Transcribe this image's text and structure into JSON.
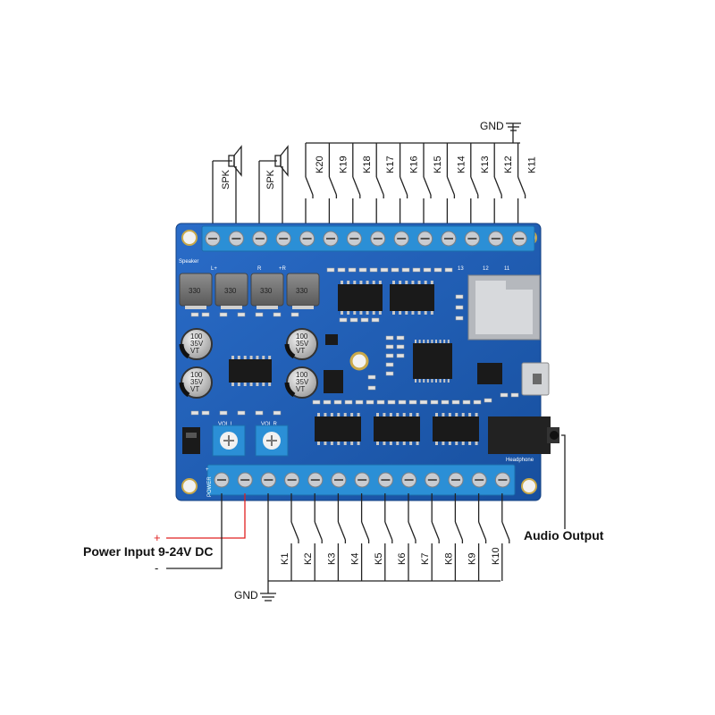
{
  "top": {
    "gnd_label": "GND",
    "speaker_labels": [
      "SPK",
      "SPK"
    ],
    "key_labels": [
      "K20",
      "K19",
      "K18",
      "K17",
      "K16",
      "K15",
      "K14",
      "K13",
      "K12",
      "K11"
    ]
  },
  "bottom": {
    "gnd_label": "GND",
    "key_labels": [
      "K1",
      "K2",
      "K3",
      "K4",
      "K5",
      "K6",
      "K7",
      "K8",
      "K9",
      "K10"
    ]
  },
  "power": {
    "title": "Power Input 9-24V DC",
    "plus": "+",
    "minus": "-"
  },
  "audio": {
    "title": "Audio Output"
  },
  "board": {
    "silk_speaker": "Speaker",
    "silk_power": "POWER",
    "silk_headphone": "Headphone",
    "silk_vol_l": "VOL  L",
    "silk_vol_r": "VOL  R",
    "silk_l_plus": "L+",
    "silk_r": "R",
    "silk_r_plus": "+R",
    "silk_13": "13",
    "silk_12": "12",
    "silk_11": "11",
    "inductor_text": "330",
    "cap_text": [
      "100",
      "35V",
      "VT"
    ],
    "colors": {
      "pcb": "#1f5fb8",
      "terminal": "#2b8fd6",
      "screw": "#c9ccd1",
      "chip": "#1a1a1a"
    }
  }
}
